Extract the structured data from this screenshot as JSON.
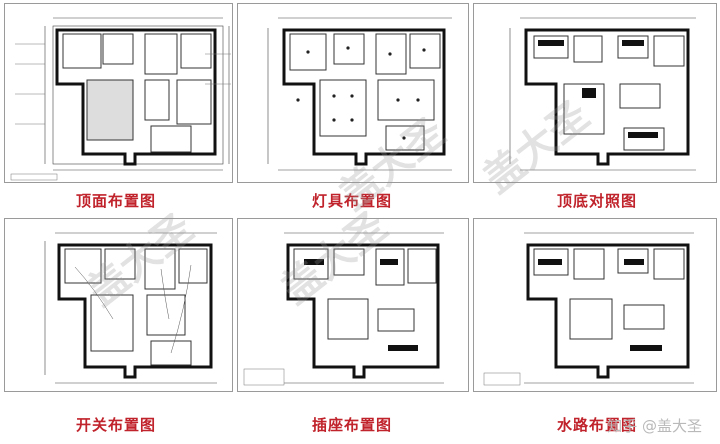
{
  "captions": [
    "顶面布置图",
    "灯具布置图",
    "顶底对照图",
    "开关布置图",
    "插座布置图",
    "水路布置图"
  ],
  "watermark": "盖大圣",
  "footer": "知乎 @盖大圣",
  "colors": {
    "caption": "#c0232b",
    "wall": "#111111",
    "line": "#444444"
  }
}
